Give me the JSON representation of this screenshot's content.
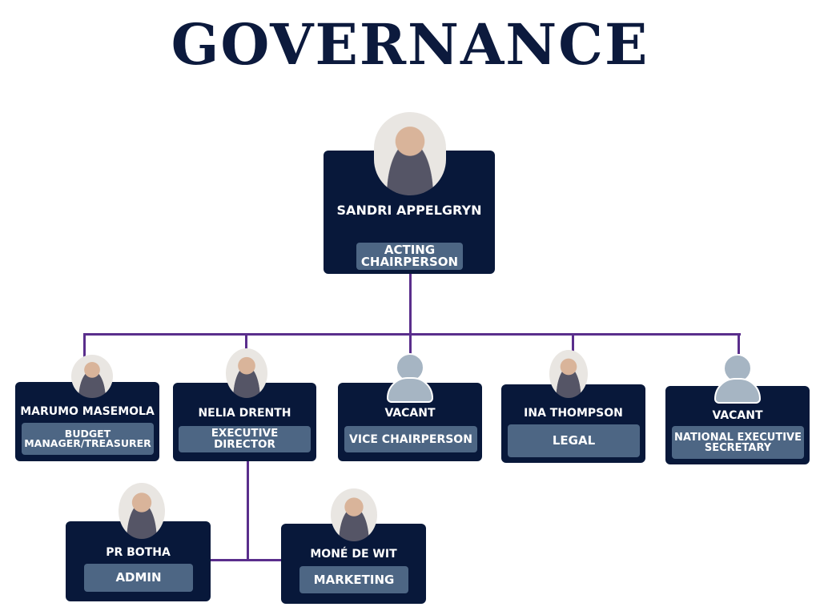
{
  "title": "GOVERNANCE",
  "colors": {
    "card": "#08183a",
    "role": "#4d6684",
    "line": "#5a2e8c",
    "vacant_icon": "#a6b5c3",
    "title": "#0c1a3d"
  },
  "members": [
    {
      "name": "SANDRI APPELGRYN",
      "role": "ACTING CHAIRPERSON"
    },
    {
      "name": "MARUMO MASEMOLA",
      "role": "BUDGET MANAGER/TREASURER"
    },
    {
      "name": "NELIA DRENTH",
      "role": "EXECUTIVE DIRECTOR"
    },
    {
      "name": "VACANT",
      "role": "VICE CHAIRPERSON",
      "icon": "person-placeholder-icon"
    },
    {
      "name": "INA THOMPSON",
      "role": "LEGAL"
    },
    {
      "name": "VACANT",
      "role": "NATIONAL EXECUTIVE SECRETARY",
      "icon": "person-placeholder-icon"
    },
    {
      "name": "PR BOTHA",
      "role": "ADMIN"
    },
    {
      "name": "MONÉ DE WIT",
      "role": "MARKETING"
    }
  ]
}
